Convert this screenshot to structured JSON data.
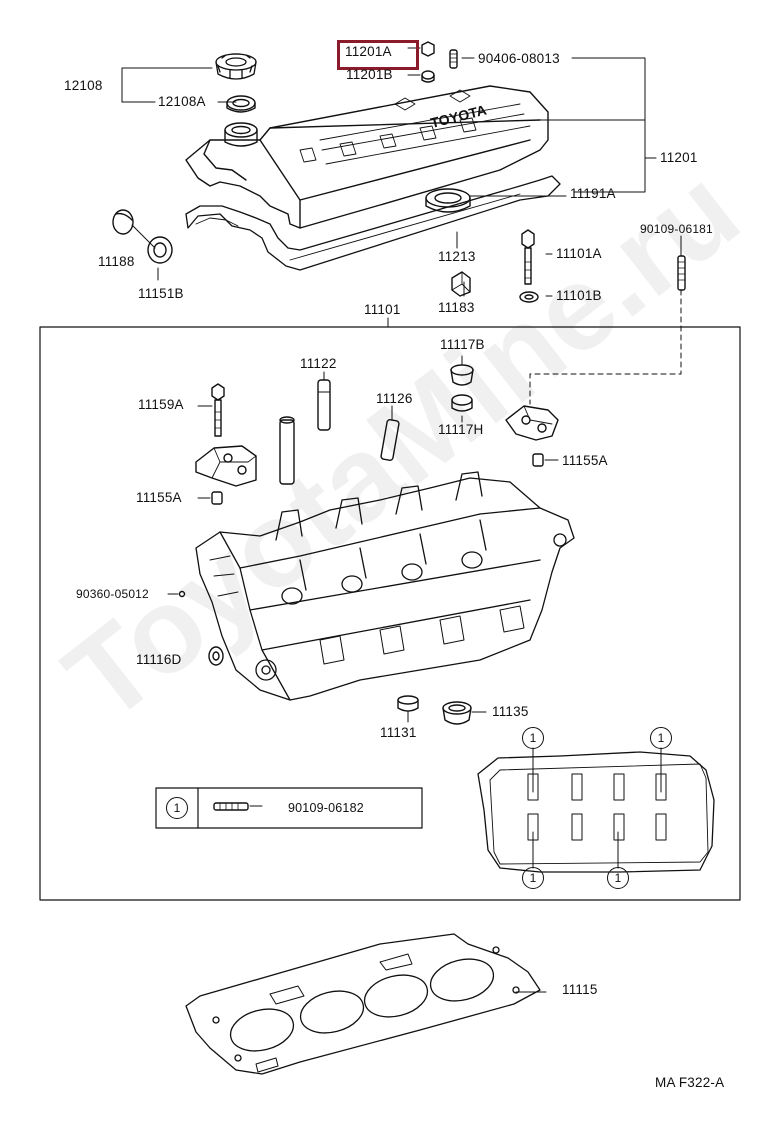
{
  "watermark": "ToyotaMine.ru",
  "highlight_color": "#8b1a2b",
  "labels": {
    "p12108": "12108",
    "p12108A": "12108A",
    "p11201A": "11201A",
    "p11201B": "11201B",
    "p90406": "90406-08013",
    "p11201": "11201",
    "p11191A": "11191A",
    "p11188": "11188",
    "p11151B": "11151B",
    "p11213": "11213",
    "p11101A": "11101A",
    "p90109_06181": "90109-06181",
    "p11183": "11183",
    "p11101B": "11101B",
    "p11101": "11101",
    "p11122": "11122",
    "p11117B": "11117B",
    "p11159A": "11159A",
    "p11126": "11126",
    "p11117H": "11117H",
    "p11155A_r": "11155A",
    "p11155A_l": "11155A",
    "p90360": "90360-05012",
    "p11116D": "11116D",
    "p11131": "11131",
    "p11135": "11135",
    "p90109_06182": "90109-06182",
    "p11115": "11115",
    "code": "MA F322-A"
  },
  "callout": "1"
}
